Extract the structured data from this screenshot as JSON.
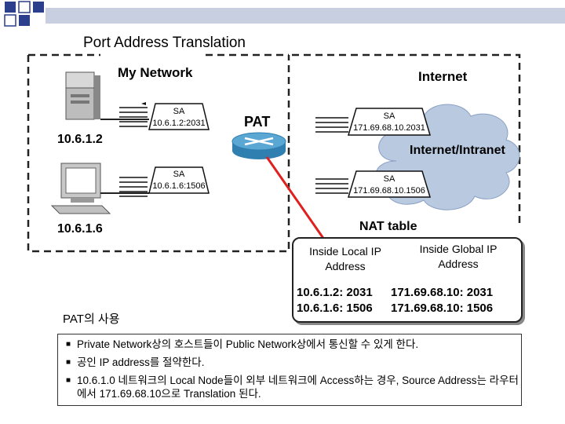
{
  "title": "Port Address Translation",
  "my_network_label": "My Network",
  "internet_label": "Internet",
  "pat_label": "PAT",
  "internet_intranet_label": "Internet/Intranet",
  "host1_ip": "10.6.1.2",
  "host2_ip": "10.6.1.6",
  "packets": {
    "host1_out": {
      "hdr": "SA",
      "addr": "10.6.1.2:2031"
    },
    "host2_out": {
      "hdr": "SA",
      "addr": "10.6.1.6:1506"
    },
    "translated1": {
      "hdr": "SA",
      "addr": "171.69.68.10.2031"
    },
    "translated2": {
      "hdr": "SA",
      "addr": "171.69.68.10.1506"
    }
  },
  "nat_table": {
    "title": "NAT table",
    "col_local": "Inside Local IP Address",
    "col_global": "Inside Global IP Address",
    "rows": [
      {
        "local": "10.6.1.2: 2031",
        "global": "171.69.68.10: 2031"
      },
      {
        "local": "10.6.1.6: 1506",
        "global": "171.69.68.10: 1506"
      }
    ]
  },
  "pat_usage": "PAT의 사용",
  "bullets": [
    "Private Network상의 호스트들이 Public Network상에서 통신할 수 있게 한다.",
    "공인 IP address를 절약한다.",
    "10.6.1.0 네트워크의 Local Node들이 외부 네트워크에 Access하는 경우, Source Address는 라우터에서 171.69.68.10으로 Translation 된다."
  ],
  "colors": {
    "accent_blue": "#2b3f8c",
    "link_red": "#e02020",
    "router_blue": "#2f7fb0",
    "cloud_blue": "#b9c9e0"
  }
}
